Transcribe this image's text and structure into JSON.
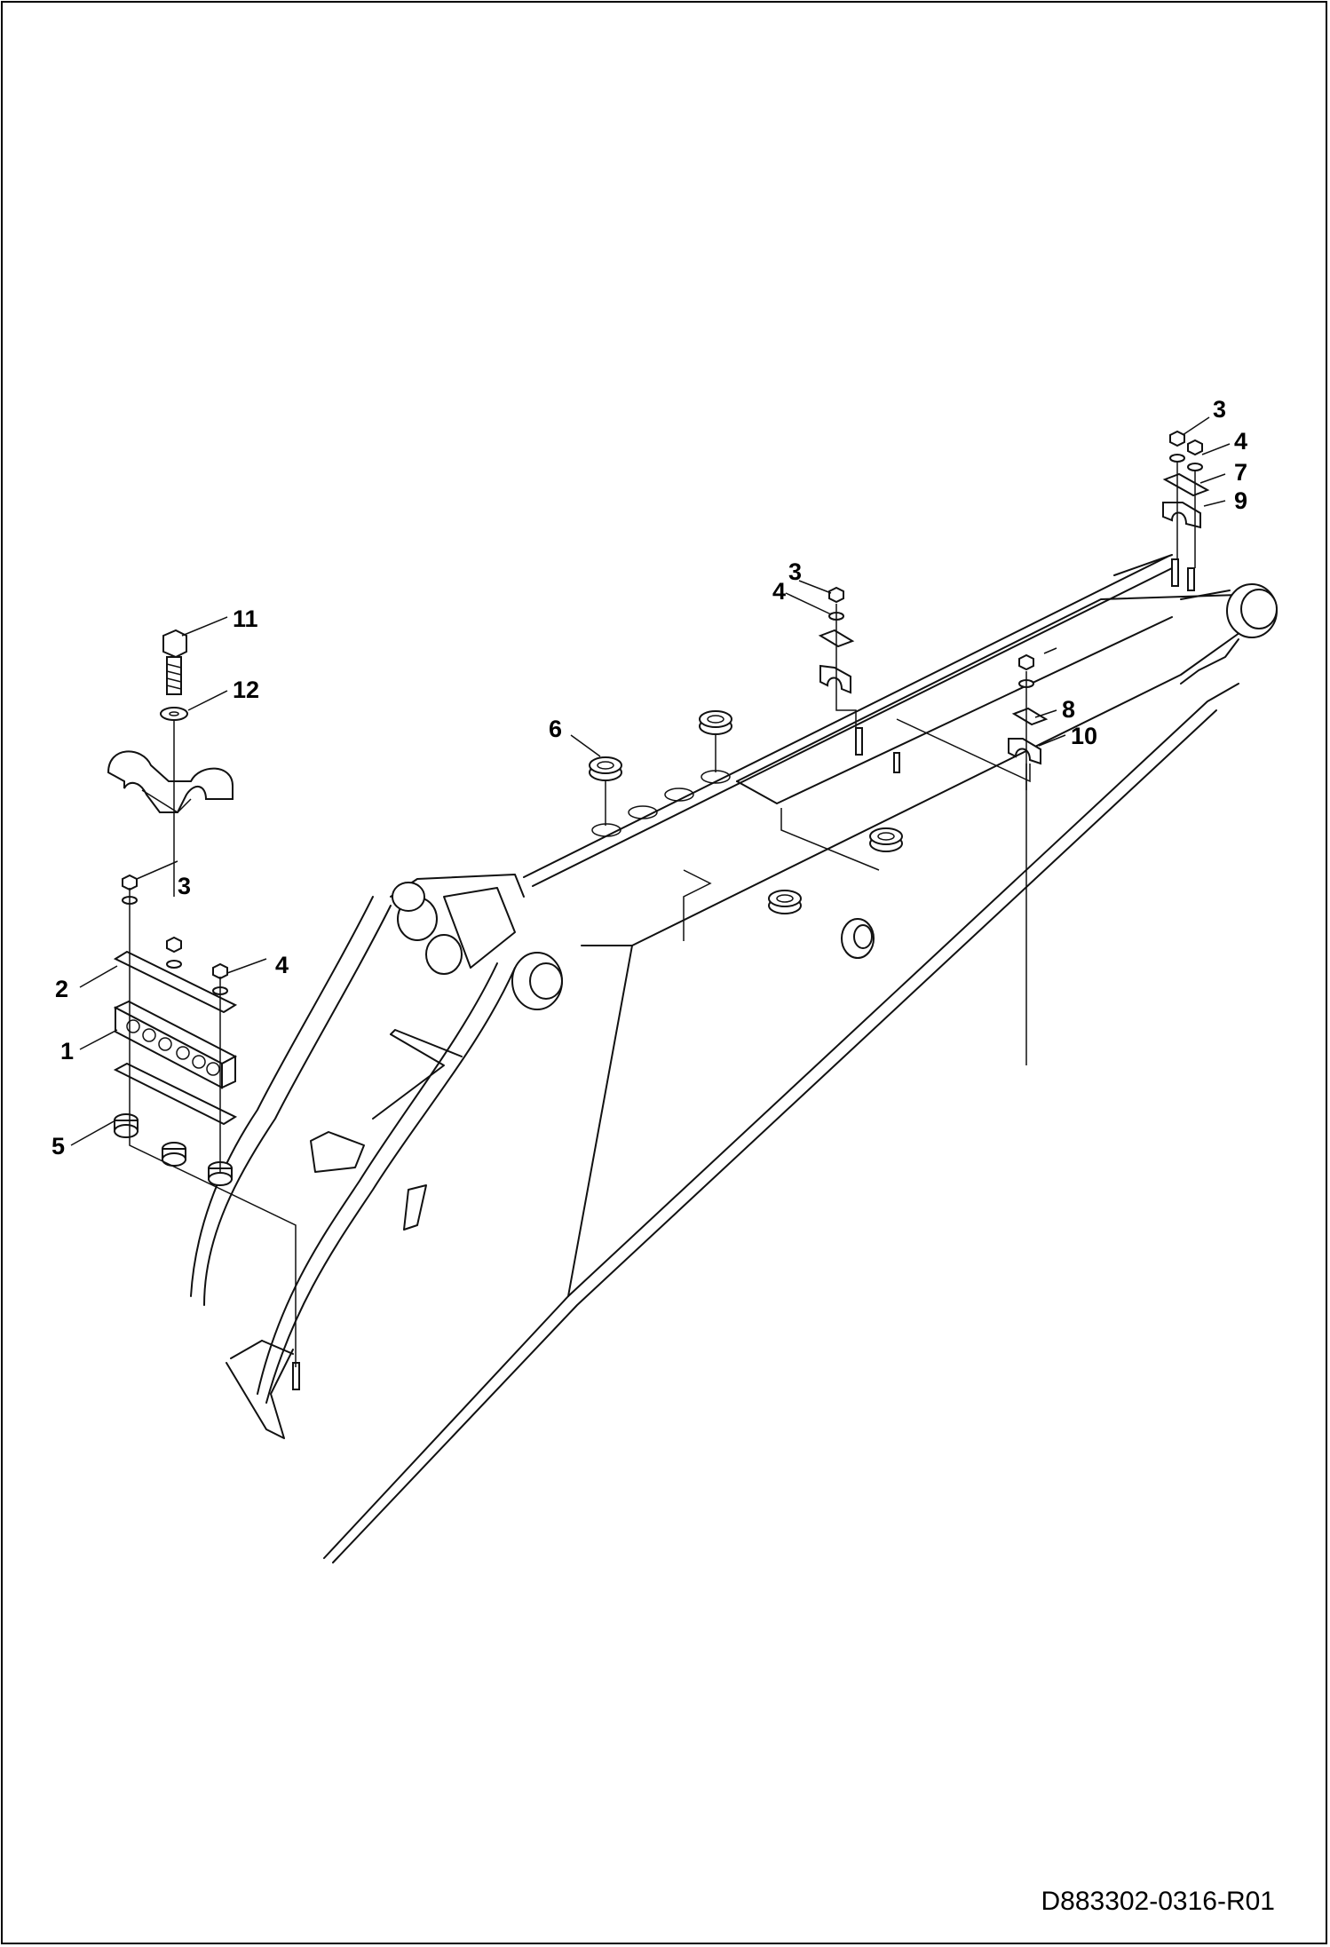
{
  "callouts": {
    "c11": "11",
    "c12": "12",
    "c3a": "3",
    "c4a": "4",
    "c2": "2",
    "c1": "1",
    "c5": "5",
    "c6": "6",
    "c3b": "3",
    "c4b": "4",
    "c8": "8",
    "c10": "10",
    "c3c": "3",
    "c4c": "4",
    "c7": "7",
    "c9": "9"
  },
  "drawing_number": "D883302-0316-R01"
}
